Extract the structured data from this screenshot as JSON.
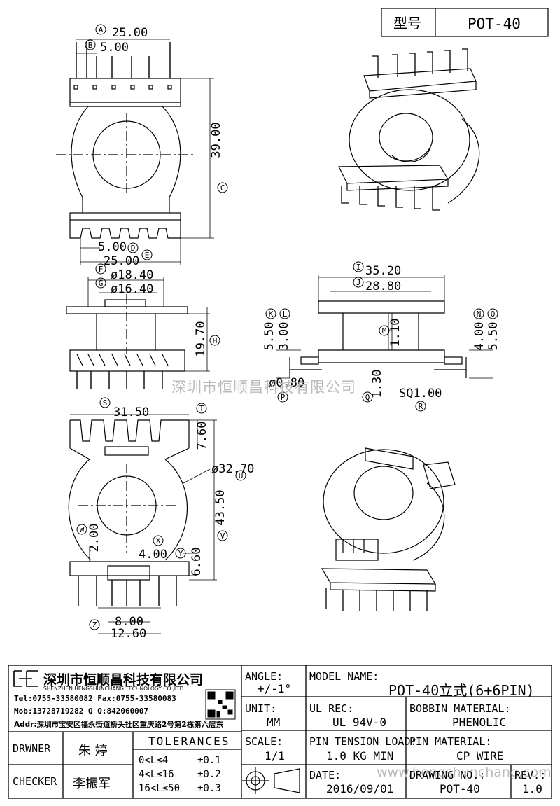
{
  "header": {
    "model_label": "型号",
    "model_value": "POT-40"
  },
  "dims": {
    "top_view": {
      "pitch_total": "25.00",
      "pitch": "5.00",
      "height": "39.00",
      "bottom_pitch": "5.00",
      "bottom_total": "25.00"
    },
    "front_view": {
      "outer_dia": "ø18.40",
      "inner_dia": "ø16.40",
      "height": "19.70"
    },
    "side_view": {
      "overall_width": "35.20",
      "flange_width": "28.80",
      "left_a": "5.50",
      "left_b": "3.00",
      "core_wall": "1.10",
      "right_a": "4.00",
      "right_b": "5.50",
      "pin_dia": "ø0.80",
      "stand_off": "1.30",
      "sq_pin": "SQ1.00"
    },
    "bottom_view": {
      "width": "31.50",
      "slot_depth": "7.60",
      "dia": "ø32.70",
      "height": "43.50",
      "side_wall": "2.00",
      "pin_gap": "4.00",
      "pin_len": "6.60",
      "row_a": "8.00",
      "row_b": "12.60"
    }
  },
  "callouts": [
    "A",
    "B",
    "C",
    "D",
    "E",
    "F",
    "G",
    "H",
    "I",
    "J",
    "K",
    "L",
    "M",
    "N",
    "O",
    "P",
    "Q",
    "R",
    "S",
    "T",
    "U",
    "V",
    "W",
    "X",
    "Y",
    "Z"
  ],
  "watermark": "深圳市恒顺昌科技有限公司",
  "watermark_url": "www.hengshunchang.com",
  "company": {
    "name_cn": "深圳市恒顺昌科技有限公司",
    "name_en": "SHENZHEN HENGSHUNCHANG TECHNOLOGY CO.,LTD",
    "tel_fax": "Tel:0755-33580082 Fax:0755-33580083",
    "mob_qq": "Mob:13728719282    Q  Q:842060007",
    "addr": "Addr:深圳市宝安区福永街道桥头社区重庆路2号第2栋第六层东"
  },
  "title_block": {
    "angle_label": "ANGLE:",
    "angle_value": "+/-1°",
    "model_name_label": "MODEL NAME:",
    "model_name_value": "POT-40立式(6+6PIN)",
    "unit_label": "UNIT:",
    "unit_value": "MM",
    "ul_rec_label": "UL REC:",
    "ul_rec_value": "UL 94V-0",
    "bobbin_material_label": "BOBBIN MATERIAL:",
    "bobbin_material_value": "PHENOLIC",
    "scale_label": "SCALE:",
    "scale_value": "1/1",
    "pin_tension_label": "PIN TENSION LOAD:",
    "pin_tension_value": "1.0 KG MIN",
    "pin_material_label": "PIN MATERIAL:",
    "pin_material_value": "CP WIRE",
    "date_label": "DATE:",
    "date_value": "2016/09/01",
    "drawing_no_label": "DRAWING NO.:",
    "drawing_no_value": "POT-40",
    "rev_label": "REV.:",
    "rev_value": "1.0",
    "drawer_label": "DRWNER",
    "drawer_value": "朱 婷",
    "checker_label": "CHECKER",
    "checker_value": "李振军",
    "tolerances_label": "TOLERANCES",
    "tolerances": [
      {
        "range": "0<L≤4",
        "tol": "±0.1"
      },
      {
        "range": "4<L≤16",
        "tol": "±0.2"
      },
      {
        "range": "16<L≤50",
        "tol": "±0.3"
      }
    ]
  }
}
